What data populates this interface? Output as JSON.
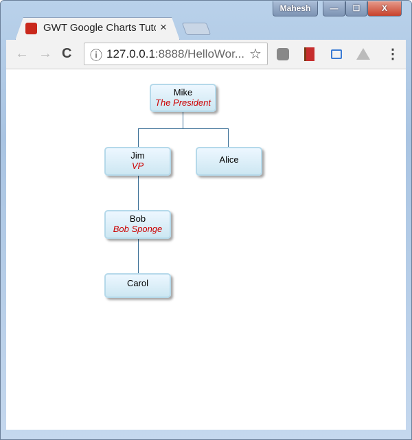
{
  "window": {
    "profile": "Mahesh",
    "minimize": "—",
    "maximize": "☐",
    "close": "X"
  },
  "tab": {
    "title": "GWT Google Charts Tuto",
    "close": "×"
  },
  "toolbar": {
    "url_host": "127.0.0.1",
    "url_rest": ":8888/HelloWor...",
    "info_icon": "ⓘ",
    "star": "☆",
    "back": "←",
    "forward": "→",
    "reload": "C",
    "menu": "⋮"
  },
  "org_chart": {
    "nodes": [
      {
        "name": "Mike",
        "title": "The President",
        "parent": ""
      },
      {
        "name": "Jim",
        "title": "VP",
        "parent": "Mike"
      },
      {
        "name": "Alice",
        "title": "",
        "parent": "Mike"
      },
      {
        "name": "Bob",
        "title": "Bob Sponge",
        "parent": "Jim"
      },
      {
        "name": "Carol",
        "title": "",
        "parent": "Bob"
      }
    ],
    "title_color": "#cc0000",
    "line_color": "#3a6e96"
  }
}
